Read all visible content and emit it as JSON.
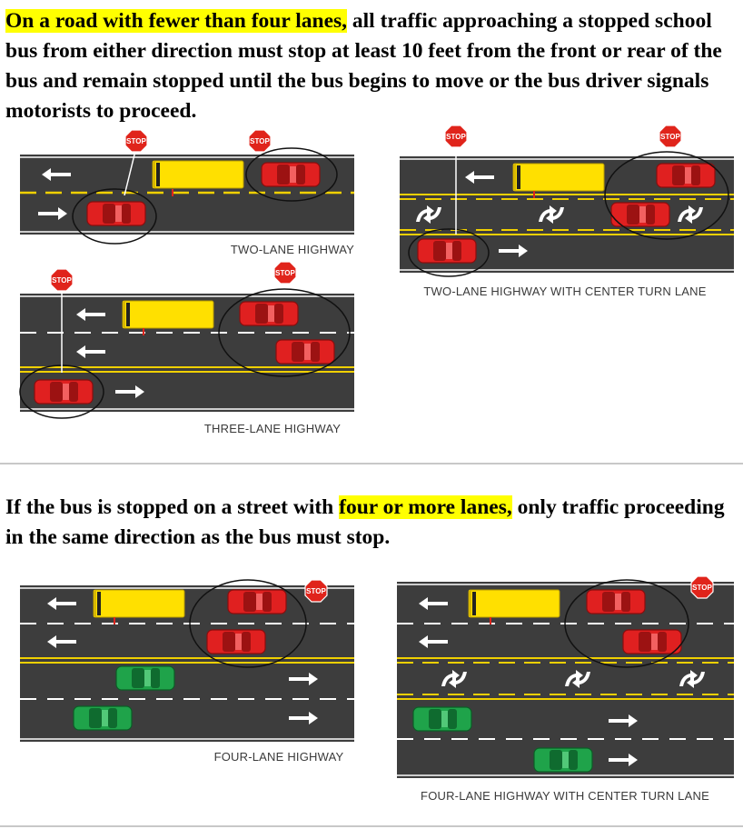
{
  "section1": {
    "highlight": "On a road with fewer than four lanes,",
    "text": " all traffic approaching a stopped school bus from either direction must stop at least 10 feet from the front or rear of the bus and remain stopped until the bus begins to move or the bus driver signals motorists to proceed."
  },
  "section2": {
    "text_before": "If the bus is stopped on a street with ",
    "highlight": "four or more lanes,",
    "text_after": " only traffic proceeding in the same direction as the bus must stop."
  },
  "stop_sign_text": "STOP",
  "diagrams": {
    "two_lane": {
      "caption": "TWO-LANE HIGHWAY"
    },
    "two_lane_turn": {
      "caption": "TWO-LANE HIGHWAY WITH CENTER TURN LANE"
    },
    "three_lane": {
      "caption": "THREE-LANE HIGHWAY"
    },
    "four_lane": {
      "caption": "FOUR-LANE HIGHWAY"
    },
    "four_lane_turn": {
      "caption": "FOUR-LANE HIGHWAY WITH CENTER TURN LANE"
    }
  },
  "colors": {
    "highlight": "#ffff00",
    "road": "#3d3d3d",
    "yellow_line": "#f0d000",
    "bus": "#ffe000",
    "car_stopped": "#e02020",
    "car_moving": "#1fa34a",
    "stop_sign": "#e0241b"
  }
}
